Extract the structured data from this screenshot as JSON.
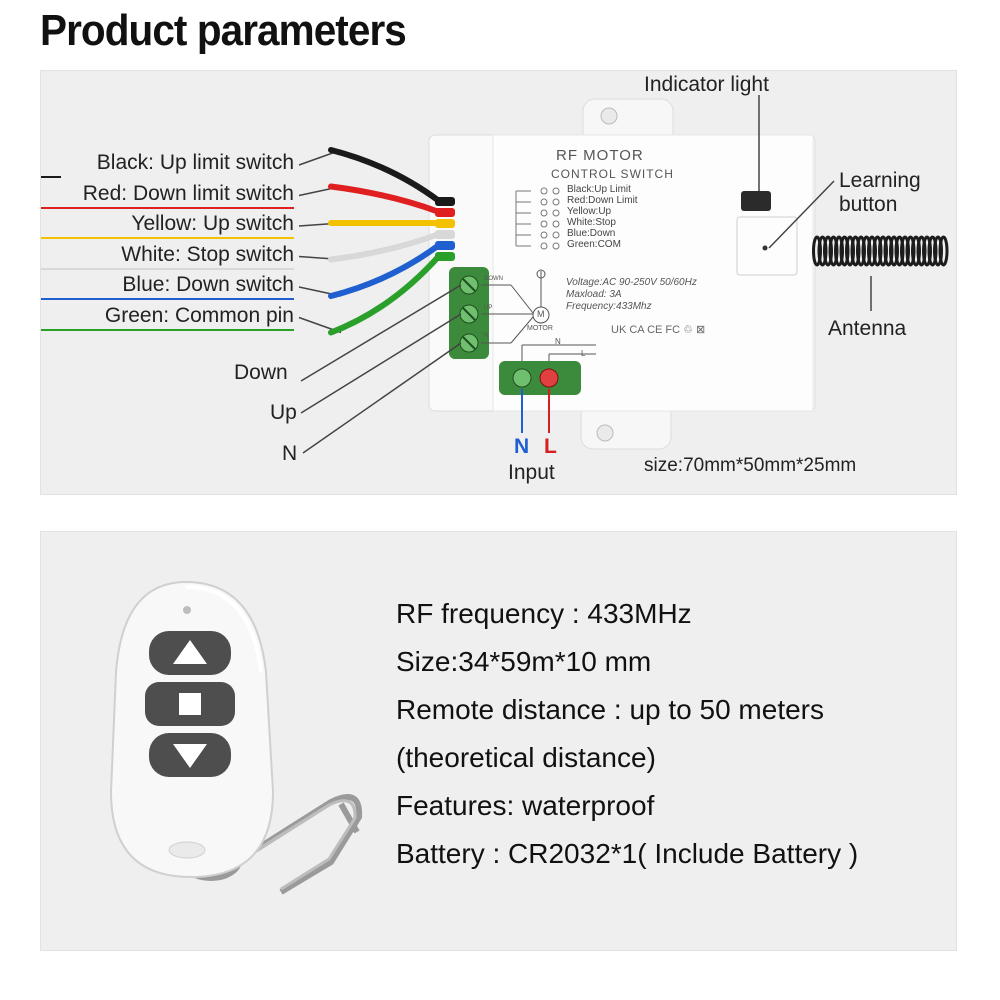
{
  "header": {
    "title": "Product parameters"
  },
  "wires": [
    {
      "label": "Black:  Up limit switch",
      "color": "#1a1a1a"
    },
    {
      "label": "Red:  Down limit switch",
      "color": "#e02020"
    },
    {
      "label": "Yellow:  Up switch",
      "color": "#f2c200"
    },
    {
      "label": "White:  Stop switch",
      "color": "#d8d8d8"
    },
    {
      "label": "Blue:  Down switch",
      "color": "#1f5fd0"
    },
    {
      "label": "Green:  Common pin",
      "color": "#2aa02a"
    }
  ],
  "terminals": {
    "down": "Down",
    "up": "Up",
    "n": "N"
  },
  "device": {
    "name_line1": "RF MOTOR",
    "name_line2": "CONTROL SWITCH",
    "legend": [
      "Black:Up Limit",
      "Red:Down Limit",
      "Yellow:Up",
      "White:Stop",
      "Blue:Down",
      "Green:COM"
    ],
    "specs": [
      "Voltage:AC 90-250V 50/60Hz",
      "Maxload: 3A",
      "Frequency:433Mhz"
    ],
    "cert_marks": "UK CA  CE FC ♲ ⊠",
    "term_down": "DOWN",
    "term_up": "UP",
    "term_n": "N",
    "motor_label": "MOTOR",
    "motor_symbol": "M",
    "input_n": "N",
    "input_l": "L"
  },
  "callouts": {
    "indicator": "Indicator light",
    "learning": "Learning\nbutton",
    "antenna": "Antenna",
    "input": "Input",
    "n": "N",
    "l": "L",
    "size": "size:70mm*50mm*25mm"
  },
  "remote_specs": [
    "RF frequency : 433MHz",
    "Size:34*59m*10 mm",
    "Remote distance : up to 50 meters",
    "(theoretical distance)",
    "Features: waterproof",
    "Battery  :  CR2032*1( Include Battery )"
  ],
  "icons": [
    "up-arrow-icon",
    "stop-square-icon",
    "down-arrow-icon"
  ],
  "colors": {
    "input_n": "#1f5fd0",
    "input_l": "#d42020"
  }
}
